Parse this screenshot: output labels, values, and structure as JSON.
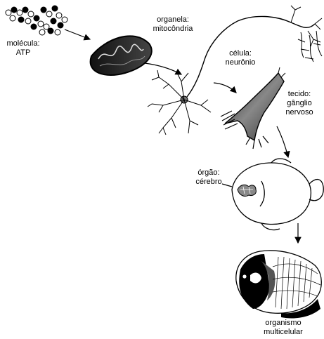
{
  "labels": {
    "molecule": {
      "line1": "molécula:",
      "line2": "ATP"
    },
    "organelle": {
      "line1": "organela:",
      "line2": "mitocôndria"
    },
    "cell": {
      "line1": "célula:",
      "line2": "neurônio"
    },
    "tissue": {
      "line1": "tecido:",
      "line2": "gânglio",
      "line3": "nervoso"
    },
    "organ": {
      "line1": "órgão:",
      "line2": "cérebro"
    },
    "organism": {
      "line1": "organismo",
      "line2": "multicelular"
    }
  },
  "colors": {
    "ink": "#000000",
    "paper": "#ffffff",
    "shade": "#555555"
  }
}
